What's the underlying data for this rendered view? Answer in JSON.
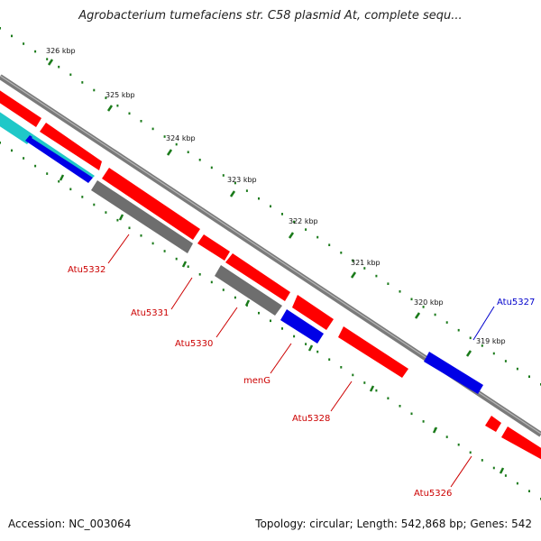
{
  "title": "Agrobacterium tumefaciens str. C58 plasmid At, complete sequ...",
  "footer": {
    "accession": "Accession: NC_003064",
    "topology": "Topology: circular; Length: 542,868 bp; Genes: 542"
  },
  "colors": {
    "forward_gene": "#ff0000",
    "reverse_gene": "#0000e6",
    "gray_gene": "#6e6e6e",
    "cyan_gene": "#1fc8c8",
    "backbone": "#7a7a7a",
    "tick": "#1a7a1a",
    "label_red": "#cc0000",
    "label_blue": "#0000cc"
  },
  "ticks": [
    "326 kbp",
    "325 kbp",
    "324 kbp",
    "323 kbp",
    "322 kbp",
    "321 kbp",
    "320 kbp",
    "319 kbp"
  ],
  "gene_labels": [
    "Atu5332",
    "Atu5331",
    "Atu5330",
    "menG",
    "Atu5328",
    "Atu5327",
    "Atu5326"
  ]
}
